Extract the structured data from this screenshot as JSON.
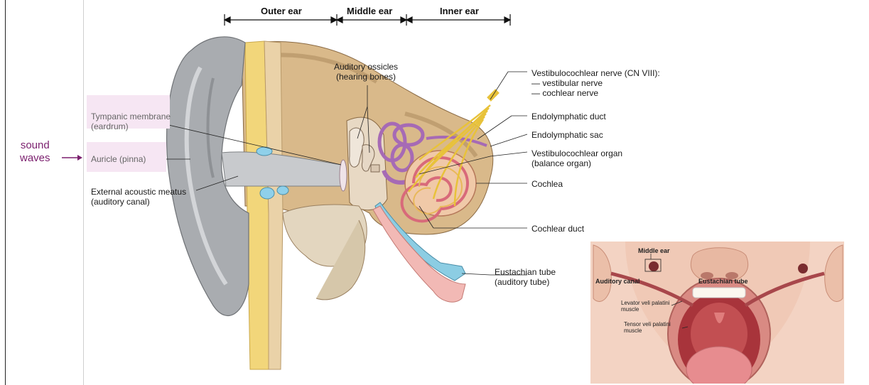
{
  "side": {
    "sound_waves": "sound\nwaves"
  },
  "regions": {
    "outer": "Outer ear",
    "middle": "Middle ear",
    "inner": "Inner ear"
  },
  "labels": {
    "tympanic": "Tympanic membrane\n(eardrum)",
    "auricle": "Auricle (pinna)",
    "meatus": "External acoustic meatus\n(auditory canal)",
    "ossicles": "Auditory ossicles\n(hearing bones)",
    "vc_nerve": "Vestibulocochlear nerve (CN VIII):\n— vestibular nerve\n— cochlear nerve",
    "endo_duct": "Endolymphatic duct",
    "endo_sac": "Endolymphatic sac",
    "vc_organ": "Vestibulocochlear organ\n(balance organ)",
    "cochlea": "Cochlea",
    "cochlear_duct": "Cochlear duct",
    "eustachian": "Eustachian tube\n(auditory tube)"
  },
  "inset": {
    "middle_ear": "Middle ear",
    "auditory_canal": "Auditory canal",
    "eustachian_tube": "Eustachian tube",
    "levator": "Levator veli palatini\nmuscle",
    "tensor": "Tensor veli palatini\nmuscle"
  },
  "colors": {
    "accent": "#7b1f6e",
    "highlight": "#f6e6f3"
  }
}
